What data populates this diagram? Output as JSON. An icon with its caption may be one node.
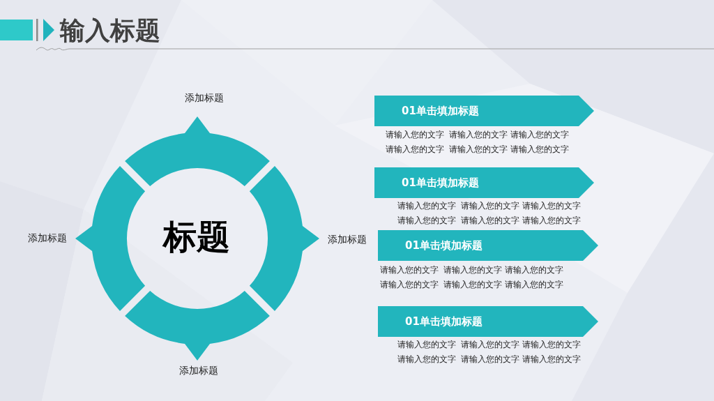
{
  "diagram": {
    "title": "输入标题",
    "nodes": [
      {
        "text": [
          "标题"
        ]
      },
      {
        "text": [
          "01单击填加标题"
        ],
        "beside": [
          "请输入您的文字  请输入您的文字 请输入您的文字",
          "请输入您的文字  请输入您的文字 请输入您的文字"
        ]
      },
      {
        "text": [
          "01单击填加标题"
        ],
        "beside": [
          "请输入您的文字  请输入您的文字 请输入您的文字",
          "请输入您的文字  请输入您的文字 请输入您的文字"
        ]
      },
      {
        "text": [
          "01单击填加标题"
        ],
        "beside": [
          "请输入您的文字  请输入您的文字 请输入您的文字",
          "请输入您的文字  请输入您的文字 请输入您的文字"
        ]
      },
      {
        "text": [
          "01单击填加标题"
        ],
        "beside": [
          "请输入您的文字  请输入您的文字 请输入您的文字",
          "请输入您的文字  请输入您的文字 请输入您的文字"
        ]
      }
    ],
    "labels": [
      "添加标题",
      "添加标题",
      "添加标题",
      "添加标题"
    ]
  }
}
